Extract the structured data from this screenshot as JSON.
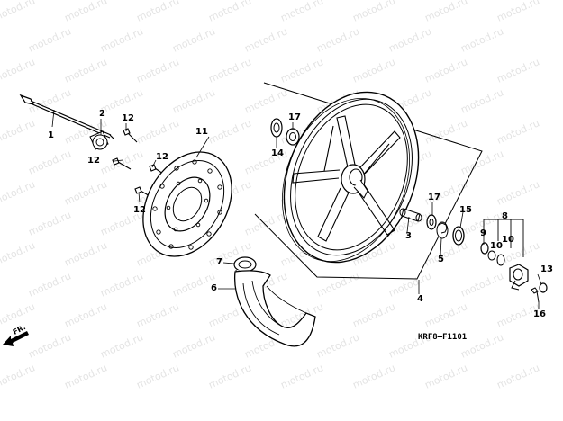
{
  "watermark": "motod.ru",
  "diagram_code": "KRF8—F1101",
  "direction_label": "FR.",
  "callouts": {
    "p1": "1",
    "p2": "2",
    "p12a": "12",
    "p12b": "12",
    "p12c": "12",
    "p12d": "12",
    "p11": "11",
    "p17a": "17",
    "p14": "14",
    "p17b": "17",
    "p15": "15",
    "p3": "3",
    "p5": "5",
    "p4": "4",
    "p8": "8",
    "p9": "9",
    "p10a": "10",
    "p10b": "10",
    "p13": "13",
    "p16": "16",
    "p7": "7",
    "p6": "6"
  },
  "colors": {
    "line": "#000000",
    "watermark": "#e4e4e4",
    "background": "#ffffff"
  }
}
